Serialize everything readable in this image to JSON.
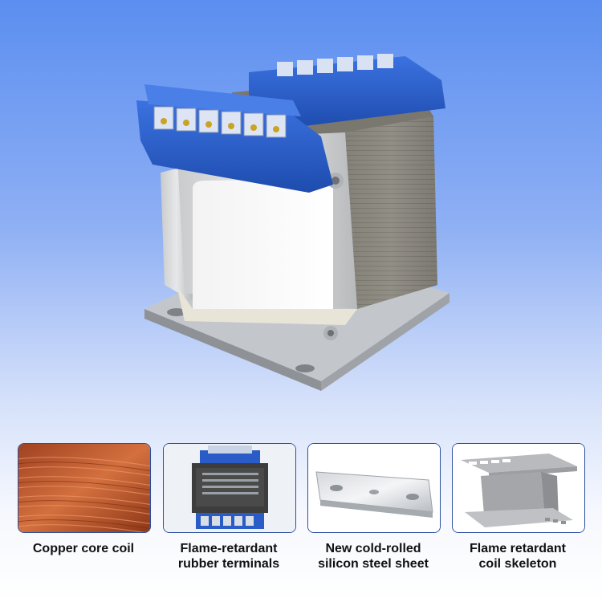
{
  "hero": {
    "icon": "transformer-product-image"
  },
  "features": [
    {
      "icon": "copper-coil-icon",
      "line1": "Copper core coil",
      "line2": ""
    },
    {
      "icon": "rubber-terminals-icon",
      "line1": "Flame-retardant",
      "line2": "rubber terminals"
    },
    {
      "icon": "steel-sheet-icon",
      "line1": "New cold-rolled",
      "line2": "silicon steel sheet"
    },
    {
      "icon": "coil-skeleton-icon",
      "line1": "Flame retardant",
      "line2": "coil skeleton"
    }
  ],
  "colors": {
    "background_top": "#5b8ef0",
    "terminal_blue": "#2a5cc8",
    "copper": "#b8502a"
  }
}
